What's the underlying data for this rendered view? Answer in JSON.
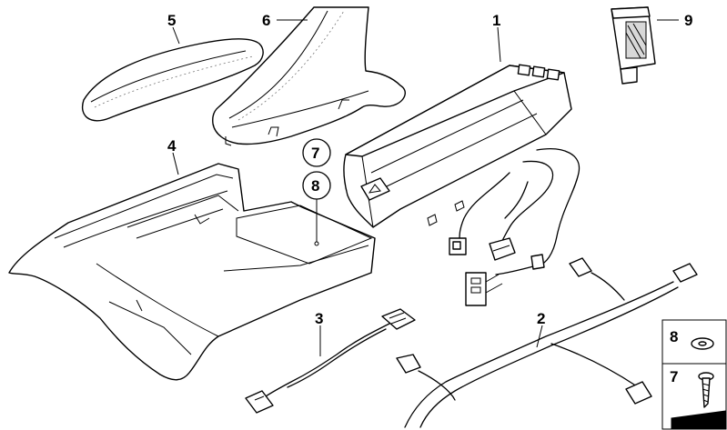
{
  "callouts": {
    "part1": "1",
    "part2": "2",
    "part3": "3",
    "part4": "4",
    "part5": "5",
    "part6": "6",
    "part7": "7",
    "part8": "8",
    "part9": "9"
  },
  "legend": {
    "item8": "8",
    "item7": "7"
  }
}
